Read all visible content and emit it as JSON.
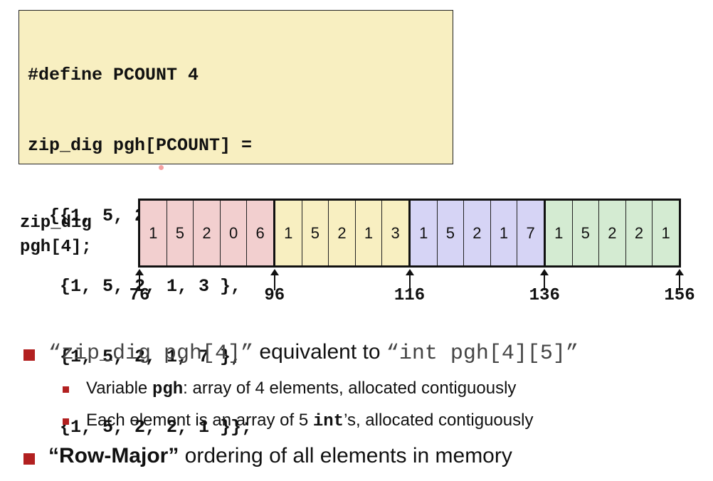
{
  "code": {
    "lines": [
      "#define PCOUNT 4",
      "zip_dig pgh[PCOUNT] =",
      "  {{1, 5, 2, 0, 6},",
      "   {1, 5, 2, 1, 3 },",
      "   {1, 5, 2, 1, 7 },",
      "   {1, 5, 2, 2, 1 }};"
    ]
  },
  "declaration": {
    "line1": "zip_dig",
    "line2": "pgh[4];"
  },
  "memory": {
    "rows": [
      {
        "color": "#f2cfcf",
        "values": [
          "1",
          "5",
          "2",
          "0",
          "6"
        ]
      },
      {
        "color": "#f8efc1",
        "values": [
          "1",
          "5",
          "2",
          "1",
          "3"
        ]
      },
      {
        "color": "#d6d4f5",
        "values": [
          "1",
          "5",
          "2",
          "1",
          "7"
        ]
      },
      {
        "color": "#d4ebd2",
        "values": [
          "1",
          "5",
          "2",
          "2",
          "1"
        ]
      }
    ],
    "addresses": [
      "76",
      "96",
      "116",
      "136",
      "156"
    ]
  },
  "bullets": {
    "b1": {
      "q1": "“",
      "code1": "zip_dig pgh[4]",
      "q2": "”",
      "mid": " equivalent to ",
      "q3": "“",
      "code2": "int pgh[4][5]",
      "q4": "”"
    },
    "b1a": {
      "pre": "Variable ",
      "code": "pgh",
      "post": ": array of 4 elements, allocated contiguously"
    },
    "b1b": {
      "pre": "Each element is an array of 5 ",
      "code": "int",
      "post": "’s, allocated contiguously"
    },
    "b2": {
      "bold": "“Row-Major”",
      "rest": " ordering of all elements in memory"
    }
  },
  "colors": {
    "bullet": "#b22020",
    "code_bg": "#f8efc1"
  }
}
